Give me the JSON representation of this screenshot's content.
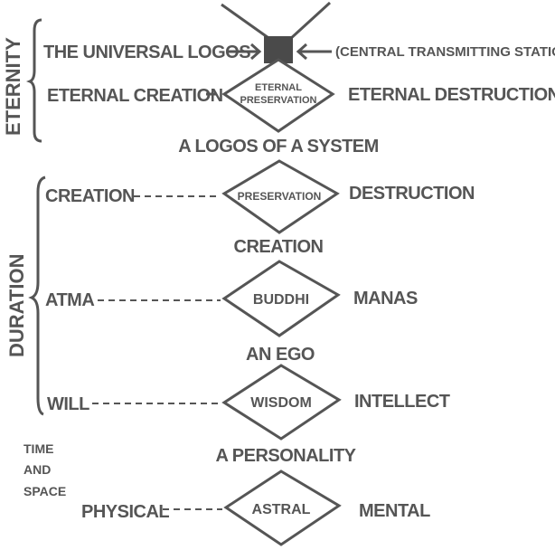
{
  "eternity": {
    "side_label": "ETERNITY",
    "universal_logos": "THE UNIVERSAL LOGOS",
    "central_station": "(CENTRAL TRANSMITTING STATION)",
    "eternal_creation": "ETERNAL CREATION",
    "eternal_preservation_line1": "ETERNAL",
    "eternal_preservation_line2": "PRESERVATION",
    "eternal_destruction": "ETERNAL DESTRUCTION",
    "caption": "A LOGOS OF A SYSTEM"
  },
  "duration": {
    "side_label": "DURATION",
    "rows": [
      {
        "left": "CREATION",
        "center": "PRESERVATION",
        "right": "DESTRUCTION",
        "caption": "CREATION"
      },
      {
        "left": "ATMA",
        "center": "BUDDHI",
        "right": "MANAS",
        "caption": "AN EGO"
      },
      {
        "left": "WILL",
        "center": "WISDOM",
        "right": "INTELLECT",
        "caption": "A PERSONALITY"
      }
    ]
  },
  "time_space": {
    "label_lines": [
      "TIME",
      "AND",
      "SPACE"
    ],
    "row": {
      "left": "PHYSICAL",
      "center": "ASTRAL",
      "right": "MENTAL"
    }
  }
}
